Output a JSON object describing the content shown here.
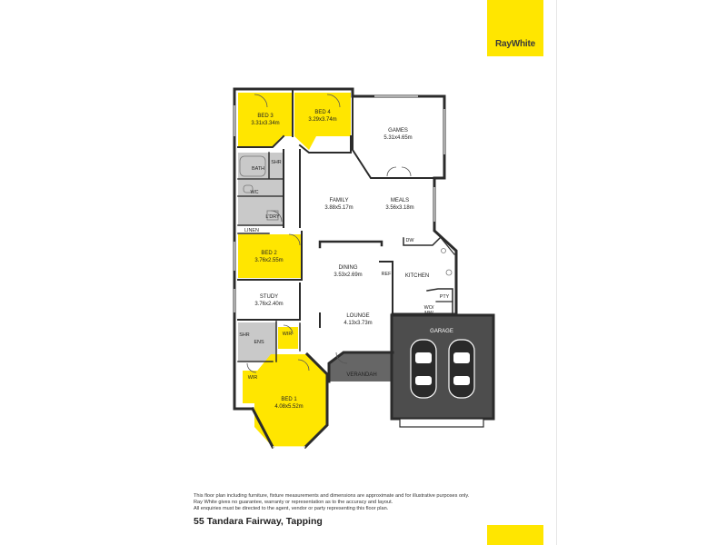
{
  "brand": {
    "name": "RayWhite",
    "color": "#ffe600"
  },
  "rooms": [
    {
      "key": "bed3",
      "name": "BED 3",
      "dims": "3.31x3.34m"
    },
    {
      "key": "bed4",
      "name": "BED 4",
      "dims": "3.29x3.74m"
    },
    {
      "key": "games",
      "name": "GAMES",
      "dims": "5.31x4.65m"
    },
    {
      "key": "family",
      "name": "FAMILY",
      "dims": "3.88x5.17m"
    },
    {
      "key": "meals",
      "name": "MEALS",
      "dims": "3.56x3.18m"
    },
    {
      "key": "bed2",
      "name": "BED 2",
      "dims": "3.76x2.55m"
    },
    {
      "key": "dining",
      "name": "DINING",
      "dims": "3.53x2.69m"
    },
    {
      "key": "study",
      "name": "STUDY",
      "dims": "3.76x2.40m"
    },
    {
      "key": "lounge",
      "name": "LOUNGE",
      "dims": "4.13x3.73m"
    },
    {
      "key": "bed1",
      "name": "BED 1",
      "dims": "4.08x5.52m"
    }
  ],
  "labels": {
    "shr": "SHR",
    "bath": "BATH",
    "wc": "WC",
    "ldry": "L'DRY",
    "linen": "LINEN",
    "dw": "DW",
    "kitchen": "KITCHEN",
    "ref": "REF",
    "pty": "PTY",
    "wo": "WO/",
    "mw": "MW",
    "garage": "GARAGE",
    "ens_shr": "SHR",
    "ens": "ENS",
    "wir": "WIR",
    "wir2": "WIR",
    "verandah": "VERANDAH"
  },
  "colors": {
    "bedroom": "#ffe600",
    "wet": "#c9c9c9",
    "garage": "#4d4d4d",
    "verandah": "#666666",
    "wall": "#2b2b2b"
  },
  "disclaimer": [
    "This floor plan including furniture, fixture measurements and dimensions are approximate and for illustrative purposes only.",
    "Ray White gives no guarantee, warranty or representation as to the accuracy and layout.",
    "All enquiries must be directed to the agent, vendor or party representing this floor plan."
  ],
  "address": "55 Tandara Fairway, Tapping"
}
